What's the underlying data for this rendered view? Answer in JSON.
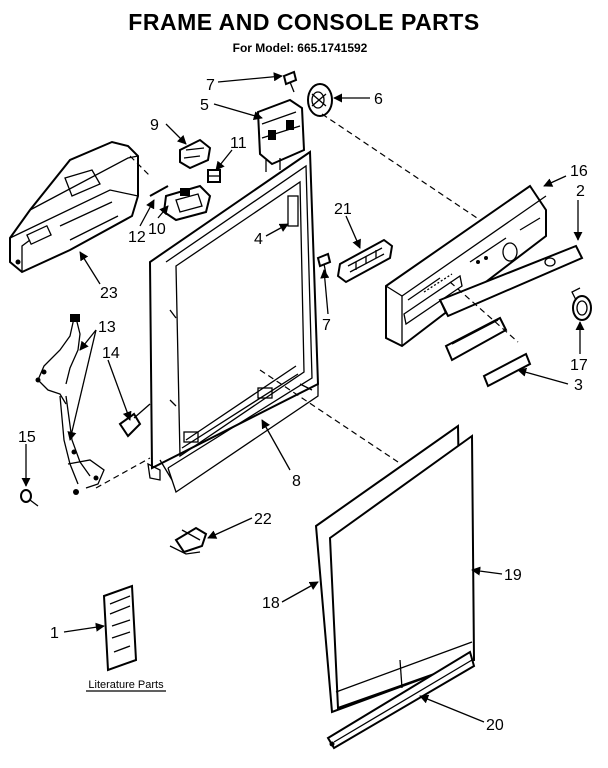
{
  "header": {
    "title": "FRAME AND CONSOLE PARTS",
    "subtitle": "For Model: 665.1741592"
  },
  "literature_label": "Literature Parts",
  "callouts": {
    "c1": "1",
    "c2": "2",
    "c3": "3",
    "c4": "4",
    "c5": "5",
    "c6": "6",
    "c7a": "7",
    "c7b": "7",
    "c8": "8",
    "c9": "9",
    "c10": "10",
    "c11": "11",
    "c12": "12",
    "c13": "13",
    "c14": "14",
    "c15": "15",
    "c16": "16",
    "c17": "17",
    "c18": "18",
    "c19": "19",
    "c20": "20",
    "c21": "21",
    "c22": "22",
    "c23": "23"
  }
}
